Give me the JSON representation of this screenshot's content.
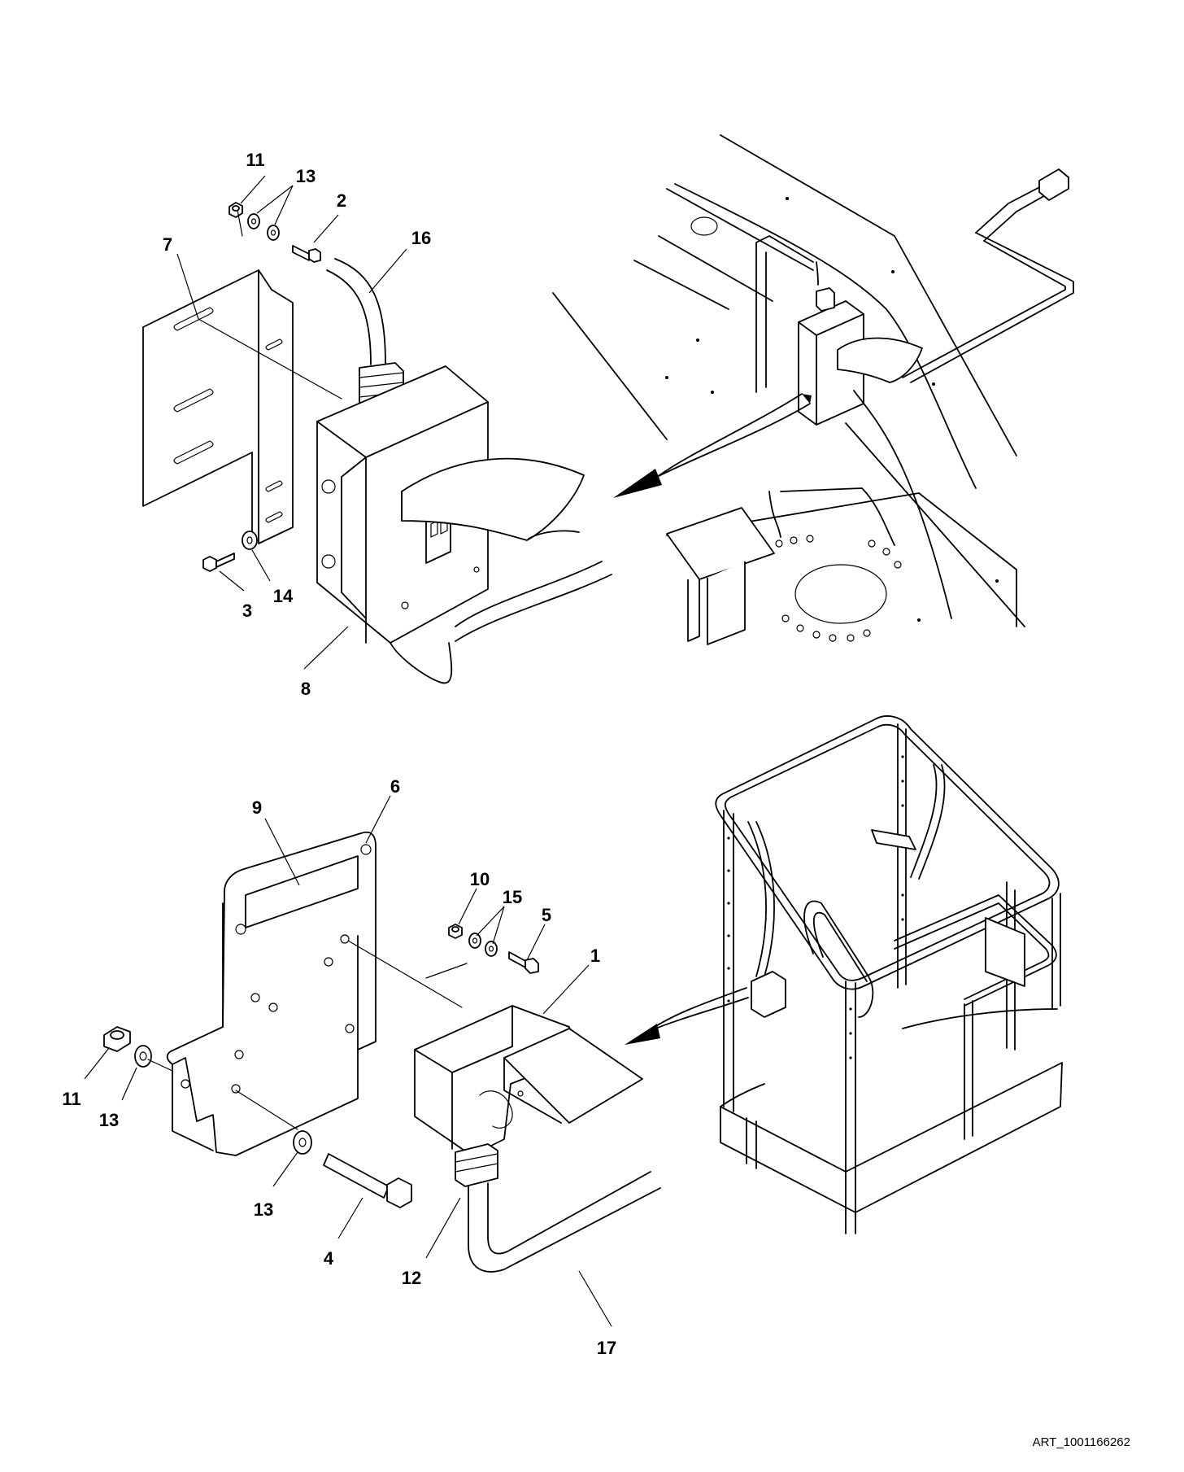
{
  "callouts": [
    {
      "id": "c11a",
      "label": "11"
    },
    {
      "id": "c13a",
      "label": "13"
    },
    {
      "id": "c2",
      "label": "2"
    },
    {
      "id": "c16",
      "label": "16"
    },
    {
      "id": "c7",
      "label": "7"
    },
    {
      "id": "c3",
      "label": "3"
    },
    {
      "id": "c14",
      "label": "14"
    },
    {
      "id": "c8",
      "label": "8"
    },
    {
      "id": "c6",
      "label": "6"
    },
    {
      "id": "c9",
      "label": "9"
    },
    {
      "id": "c10",
      "label": "10"
    },
    {
      "id": "c15",
      "label": "15"
    },
    {
      "id": "c5",
      "label": "5"
    },
    {
      "id": "c1",
      "label": "1"
    },
    {
      "id": "c11b",
      "label": "11"
    },
    {
      "id": "c13b",
      "label": "13"
    },
    {
      "id": "c13c",
      "label": "13"
    },
    {
      "id": "c4",
      "label": "4"
    },
    {
      "id": "c12",
      "label": "12"
    },
    {
      "id": "c17",
      "label": "17"
    }
  ],
  "art_id": "ART_1001166262"
}
